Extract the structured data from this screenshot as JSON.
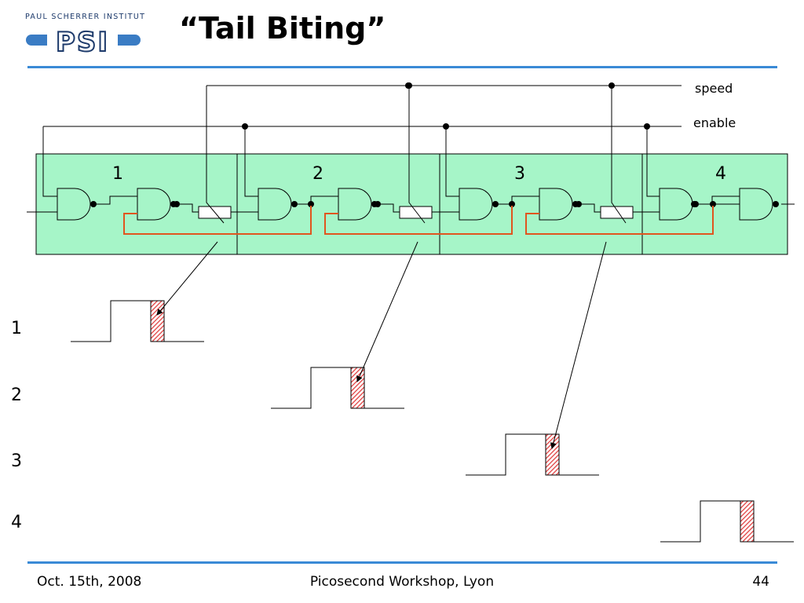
{
  "header": {
    "logo_caption": "PAUL SCHERRER INSTITUT",
    "logo_mark": "PSI",
    "title": "“Tail Biting”"
  },
  "diagram": {
    "signals": {
      "speed": "speed",
      "enable": "enable"
    },
    "stage_labels": [
      "1",
      "2",
      "3",
      "4"
    ],
    "row_labels": [
      "1",
      "2",
      "3",
      "4"
    ]
  },
  "footer": {
    "date": "Oct. 15th, 2008",
    "event": "Picosecond Workshop, Lyon",
    "page_number": "44"
  },
  "colors": {
    "accent_rule": "#3a8ad6",
    "stage_fill": "#a6f5c8",
    "feedback_line": "#e0551f",
    "tail_hatch": "#e03c3c",
    "logo_blue": "#3a7cc4"
  }
}
